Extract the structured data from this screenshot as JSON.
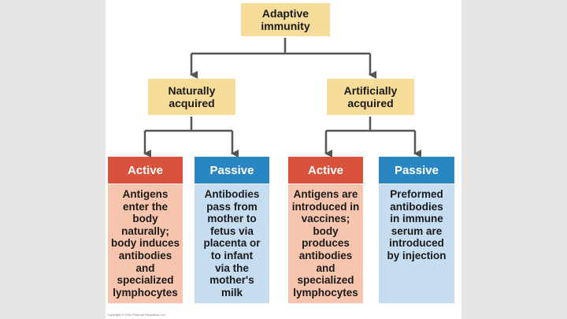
{
  "diagram": {
    "root": "Adaptive\nimmunity",
    "branches": [
      {
        "label": "Naturally\nacquired",
        "children": [
          {
            "type": "Active",
            "text": "Antigens\nenter the\nbody\nnaturally;\nbody induces\nantibodies\nand\nspecialized\nlymphocytes"
          },
          {
            "type": "Passive",
            "text": "Antibodies\npass from\nmother to\nfetus via\nplacenta or\nto infant\nvia the\nmother's\nmilk"
          }
        ]
      },
      {
        "label": "Artificially\nacquired",
        "children": [
          {
            "type": "Active",
            "text": "Antigens are\nintroduced in\nvaccines;\nbody\nproduces\nantibodies\nand\nspecialized\nlymphocytes"
          },
          {
            "type": "Passive",
            "text": "Preformed\nantibodies\nin immune\nserum are\nintroduced\nby injection"
          }
        ]
      }
    ],
    "copyright": "Copyright © 2002 Pearson Education, Inc."
  },
  "colors": {
    "yellow_box": "#f6dc9a",
    "active_header": "#d9523b",
    "active_body": "#f7c5ad",
    "passive_header": "#2a86c2",
    "passive_body": "#c6dcf0",
    "connector": "#555555"
  }
}
